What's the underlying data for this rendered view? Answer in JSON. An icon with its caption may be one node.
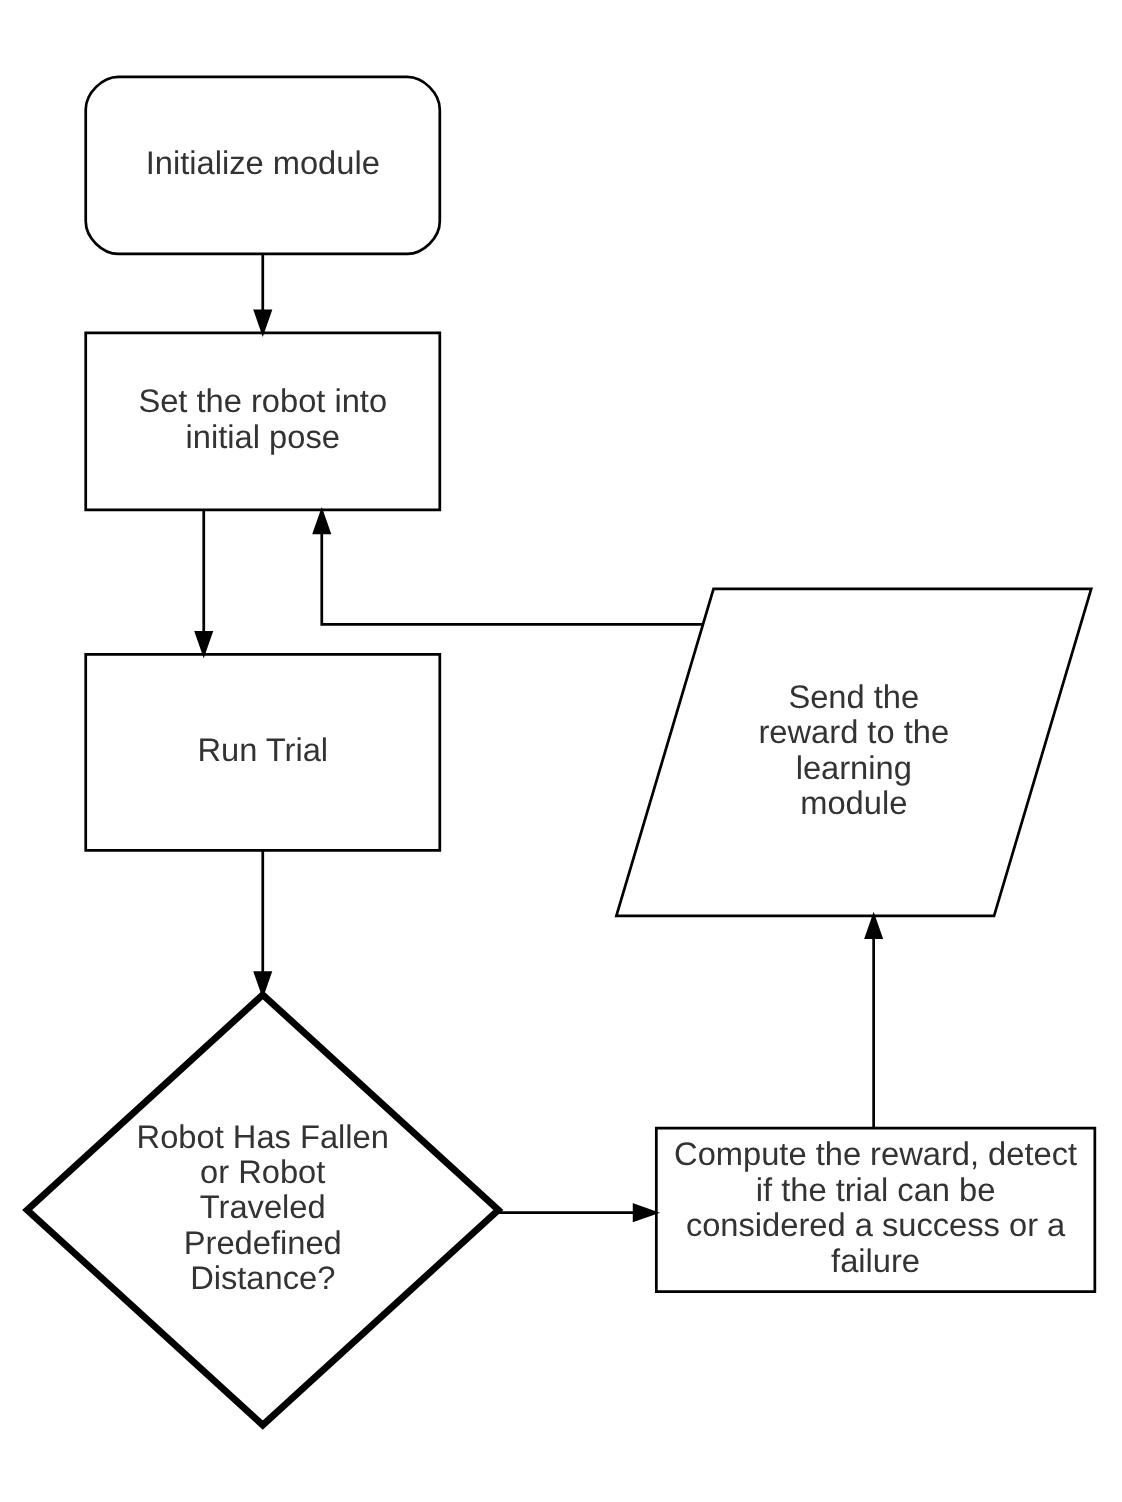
{
  "diagram": {
    "nodes": [
      {
        "text": [
          "Initialize module"
        ]
      },
      {
        "text": [
          "Set the robot into initial pose"
        ]
      },
      {
        "text": [
          "Run Trial"
        ]
      },
      {
        "text": [
          "Robot Has Fallen or Robot Traveled Predefined Distance?"
        ]
      },
      {
        "text": [
          "Compute the reward, detect if the trial can be considered a success or a failure"
        ]
      },
      {
        "text": [
          "Send the reward to the learning module"
        ]
      }
    ],
    "edges": [
      {
        "from": 0,
        "to": 1,
        "arrow": "to"
      },
      {
        "from": 1,
        "to": 2,
        "arrow": "to"
      },
      {
        "from": 2,
        "to": 3,
        "arrow": "to"
      },
      {
        "from": 3,
        "to": 4,
        "arrow": "to"
      },
      {
        "from": 4,
        "to": 5,
        "arrow": "to"
      },
      {
        "from": 5,
        "to": 1,
        "arrow": "to"
      }
    ]
  }
}
